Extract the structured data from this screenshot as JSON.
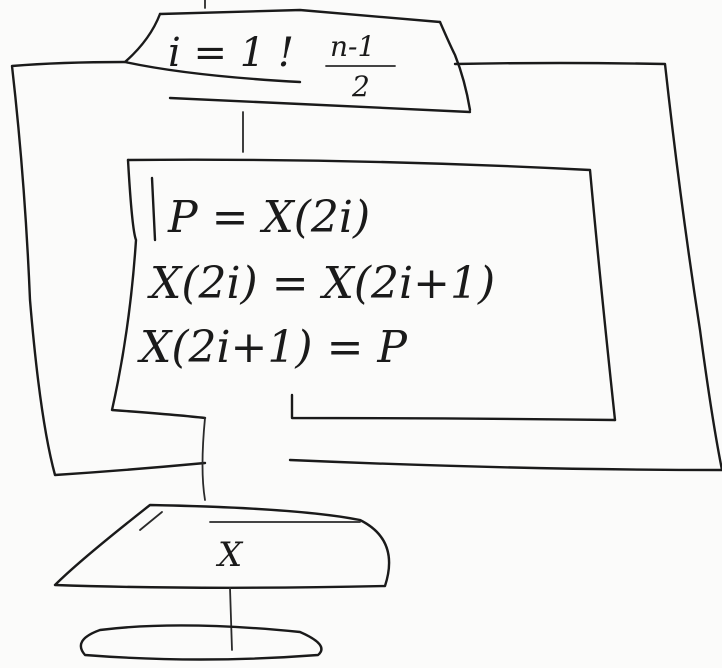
{
  "diagram": {
    "loop_header": {
      "text": "i = 1 ! ",
      "fraction_numerator": "n-1",
      "fraction_denominator": "2"
    },
    "body_lines": [
      "P = X(2i)",
      "X(2i) = X(2i+1)",
      "X(2i+1) = P"
    ],
    "output_shape": {
      "text": "X"
    },
    "ink_color": "#1a1a1a",
    "paper_color": "#fbfbfa"
  }
}
